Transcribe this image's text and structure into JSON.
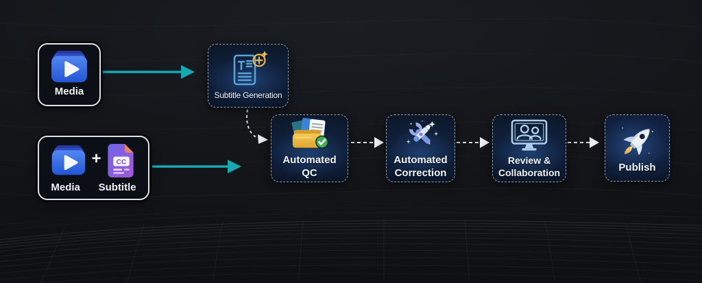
{
  "diagram": {
    "nodes": {
      "media": {
        "label": "Media",
        "icon": "media-stack-icon"
      },
      "subtitle_generation": {
        "label": "Subtitle Generation",
        "icon": "subtitle-doc-sparkle-icon"
      },
      "media_subtitle": {
        "media_label": "Media",
        "plus": "+",
        "subtitle_label": "Subtitle",
        "cc_badge": "CC",
        "icons": [
          "media-stack-icon",
          "subtitle-cc-file-icon"
        ]
      },
      "automated_qc": {
        "line1": "Automated",
        "line2": "QC",
        "icon": "folder-check-icon"
      },
      "automated_correction": {
        "line1": "Automated",
        "line2": "Correction",
        "icon": "tools-sparkle-icon"
      },
      "review_collaboration": {
        "line1": "Review &",
        "line2": "Collaboration",
        "icon": "monitor-people-icon"
      },
      "publish": {
        "label": "Publish",
        "icon": "rocket-icon"
      }
    },
    "edges": [
      {
        "from": "media",
        "to": "subtitle_generation",
        "style": "solid-teal-arrow"
      },
      {
        "from": "subtitle_generation",
        "to": "automated_qc",
        "style": "dashed-curved-arrow"
      },
      {
        "from": "media_subtitle",
        "to": "automated_qc",
        "style": "solid-teal-arrow"
      },
      {
        "from": "automated_qc",
        "to": "automated_correction",
        "style": "dashed-arrow"
      },
      {
        "from": "automated_correction",
        "to": "review_collaboration",
        "style": "dashed-arrow"
      },
      {
        "from": "review_collaboration",
        "to": "publish",
        "style": "dashed-arrow"
      }
    ],
    "colors": {
      "solid_arrow": "#17a8b4",
      "dashed_arrow": "#d6dade",
      "solid_box_border": "#dde2e6",
      "dashed_box_border": "#9099a2",
      "node_bg_navy": "#0d1930",
      "label_text": "#f1f4f7"
    }
  }
}
